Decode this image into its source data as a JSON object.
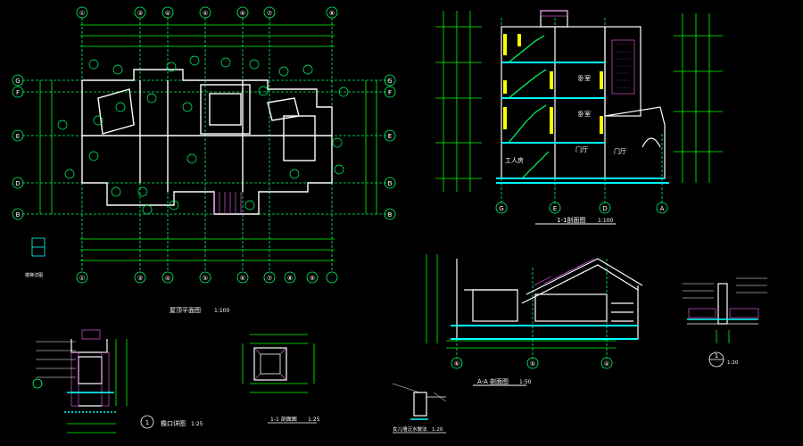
{
  "colors": {
    "background": "#000000",
    "wall": "#ffffff",
    "dimension": "#00ff00",
    "axis_bubble": "#00ff66",
    "label_text": "#ffffff",
    "column": "#ffff00",
    "slab": "#00ffff",
    "stair": "#00ff66",
    "hatch": "#ff66ff",
    "roof": "#ffffff"
  },
  "icons": {
    "axis_bubble": "circle-bubble",
    "section_marker": "circle-section-marker"
  },
  "plan": {
    "top_axes": [
      "①",
      "③",
      "④",
      "⑤",
      "⑥",
      "⑦",
      "⑧"
    ],
    "bottom_axes": [
      "①",
      "③",
      "④",
      "⑤",
      "⑥",
      "⑦",
      "⑧",
      "⑨"
    ],
    "left_axes": [
      "G",
      "F",
      "E",
      "D",
      "B"
    ],
    "right_axes": [
      "G",
      "F",
      "E",
      "D",
      "B"
    ],
    "title": "屋顶平面图",
    "scale": "1:100"
  },
  "section_1": {
    "title": "1-1剖面图",
    "scale": "1:100",
    "axes": [
      "G",
      "E",
      "D",
      "A"
    ],
    "room_labels": [
      "卧室",
      "卧室",
      "门厅",
      "门厅",
      "工人房"
    ]
  },
  "section_a": {
    "title": "A-A 剖面图",
    "scale": "1:50",
    "axes": [
      "⑥",
      "⑤",
      "④"
    ]
  },
  "details": {
    "detail_1_title": "檐口详图",
    "detail_1_scale": "1:25",
    "detail_1_marker": "1",
    "section_small_title": "1-1 剖面图",
    "section_small_scale": "1:25",
    "detail_bottom_title": "女儿墙泛水做法",
    "detail_bottom_scale": "1:20",
    "detail_right_marker": "1",
    "detail_right_scale": "1:20",
    "left_small_label": "楼梯详图"
  }
}
